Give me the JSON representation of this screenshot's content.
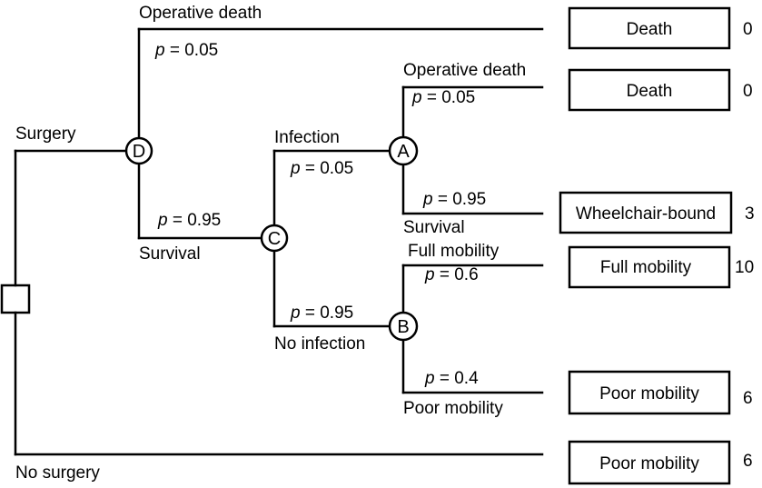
{
  "decision": {
    "surgery": "Surgery",
    "no_surgery": "No surgery"
  },
  "nodes": {
    "d": "D",
    "c": "C",
    "a": "A",
    "b": "B"
  },
  "p_symbol": "p",
  "branches": {
    "d_operative_death": {
      "label": "Operative death",
      "prob": "= 0.05"
    },
    "d_survival": {
      "label": "Survival",
      "prob": "= 0.95"
    },
    "c_infection": {
      "label": "Infection",
      "prob": "= 0.05"
    },
    "c_no_infection": {
      "label": "No infection",
      "prob": "= 0.95"
    },
    "a_operative_death": {
      "label": "Operative death",
      "prob": "= 0.05"
    },
    "a_survival": {
      "label": "Survival",
      "prob": "= 0.95"
    },
    "b_full_mobility": {
      "label": "Full mobility",
      "prob": "= 0.6"
    },
    "b_poor_mobility": {
      "label": "Poor mobility",
      "prob": "= 0.4"
    }
  },
  "outcomes": [
    {
      "label": "Death",
      "value": "0"
    },
    {
      "label": "Death",
      "value": "0"
    },
    {
      "label": "Wheelchair-bound",
      "value": "3"
    },
    {
      "label": "Full mobility",
      "value": "10"
    },
    {
      "label": "Poor mobility",
      "value": "6"
    },
    {
      "label": "Poor mobility",
      "value": "6"
    }
  ]
}
